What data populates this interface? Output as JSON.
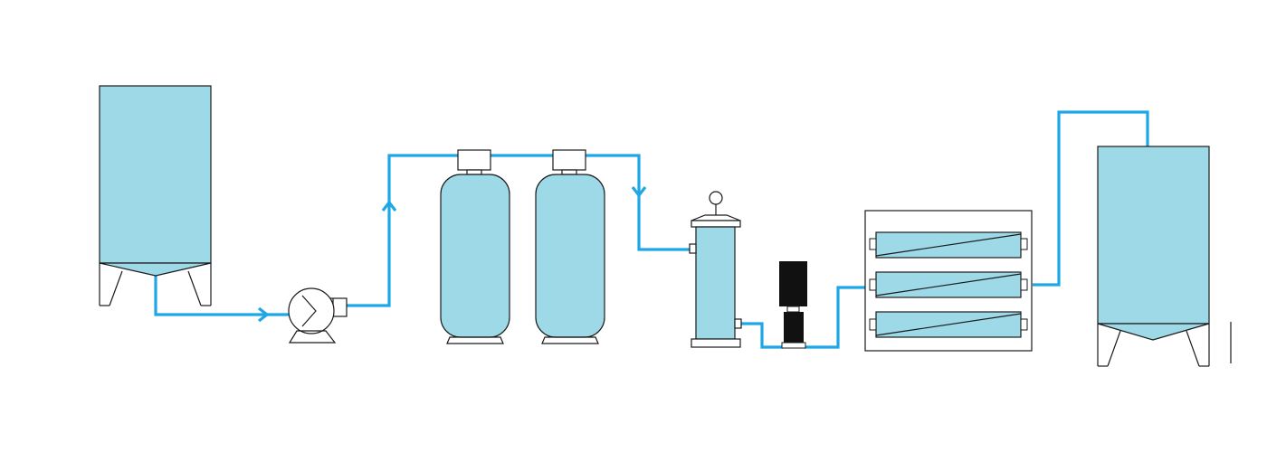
{
  "diagram": {
    "type": "water-treatment-process-flow",
    "labels": [],
    "colors": {
      "pipe": "#1ea7e4",
      "vessel_fill": "#9ed9e8",
      "outline": "#1a1a1a",
      "motor": "#111111",
      "background": "#ffffff"
    },
    "components": [
      {
        "name": "raw-water-tank",
        "icon": "tank-icon"
      },
      {
        "name": "feed-pump",
        "icon": "centrifugal-pump-icon"
      },
      {
        "name": "filter-vessel-1",
        "icon": "pressure-vessel-icon"
      },
      {
        "name": "filter-vessel-2",
        "icon": "pressure-vessel-icon"
      },
      {
        "name": "cartridge-filter",
        "icon": "cartridge-filter-icon"
      },
      {
        "name": "high-pressure-pump",
        "icon": "vertical-pump-icon"
      },
      {
        "name": "membrane-rack",
        "icon": "membrane-rack-icon",
        "membranes": 3
      },
      {
        "name": "product-water-tank",
        "icon": "tank-icon"
      }
    ]
  }
}
